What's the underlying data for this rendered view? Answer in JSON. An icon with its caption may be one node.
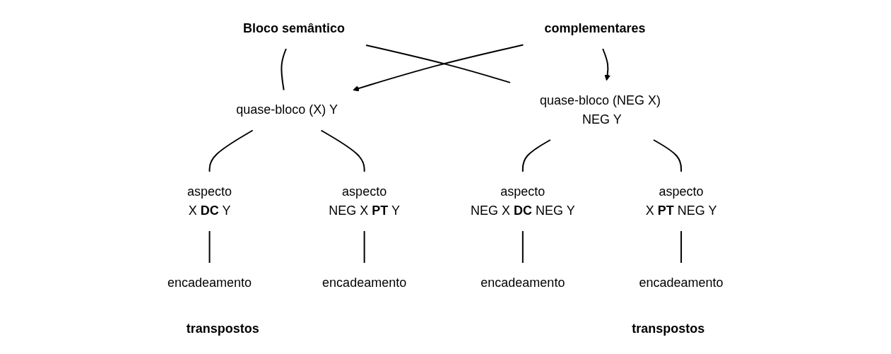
{
  "diagram": {
    "nodes": [
      {
        "text": [
          "Bloco semântico"
        ]
      },
      {
        "text": [
          "quase-bloco (X) Y"
        ]
      },
      {
        "text": [
          "complementares"
        ]
      },
      {
        "text": [
          "quase-bloco (NEG X) NEG Y"
        ]
      },
      {
        "text": [
          "aspecto",
          "X **DC** Y"
        ]
      },
      {
        "text": [
          "aspecto",
          "NEG X **PT** Y"
        ]
      },
      {
        "text": [
          "aspecto",
          "NEG X **DC** NEG Y"
        ]
      },
      {
        "text": [
          "aspecto",
          "X **PT** NEG Y"
        ]
      },
      {
        "text": [
          "encadeamento"
        ]
      },
      {
        "text": [
          "encadeamento"
        ]
      },
      {
        "text": [
          "encadeamento"
        ]
      },
      {
        "text": [
          "encadeamento"
        ]
      }
    ],
    "edges": [
      {
        "from": 0,
        "to": 1,
        "arrow": "none"
      },
      {
        "from": 0,
        "to": 3,
        "arrow": "none"
      },
      {
        "from": 2,
        "to": 1,
        "arrow": "to"
      },
      {
        "from": 2,
        "to": 3,
        "arrow": "to"
      },
      {
        "from": 1,
        "to": 4,
        "arrow": "none"
      },
      {
        "from": 1,
        "to": 5,
        "arrow": "none"
      },
      {
        "from": 3,
        "to": 6,
        "arrow": "none"
      },
      {
        "from": 3,
        "to": 7,
        "arrow": "none"
      },
      {
        "from": 4,
        "to": 8,
        "arrow": "none"
      },
      {
        "from": 5,
        "to": 9,
        "arrow": "none"
      },
      {
        "from": 6,
        "to": 10,
        "arrow": "none"
      },
      {
        "from": 7,
        "to": 11,
        "arrow": "none"
      }
    ],
    "labels": [
      "transpostos",
      "transpostos"
    ]
  }
}
